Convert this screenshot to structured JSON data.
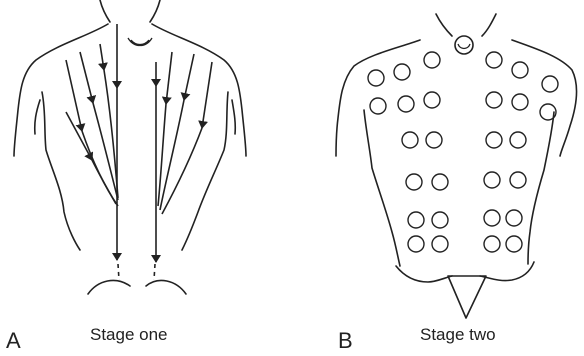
{
  "panel_a": {
    "label": "A",
    "caption": "Stage one"
  },
  "panel_b": {
    "label": "B",
    "caption": "Stage two"
  },
  "colors": {
    "stroke": "#222222",
    "background": "#ffffff"
  }
}
